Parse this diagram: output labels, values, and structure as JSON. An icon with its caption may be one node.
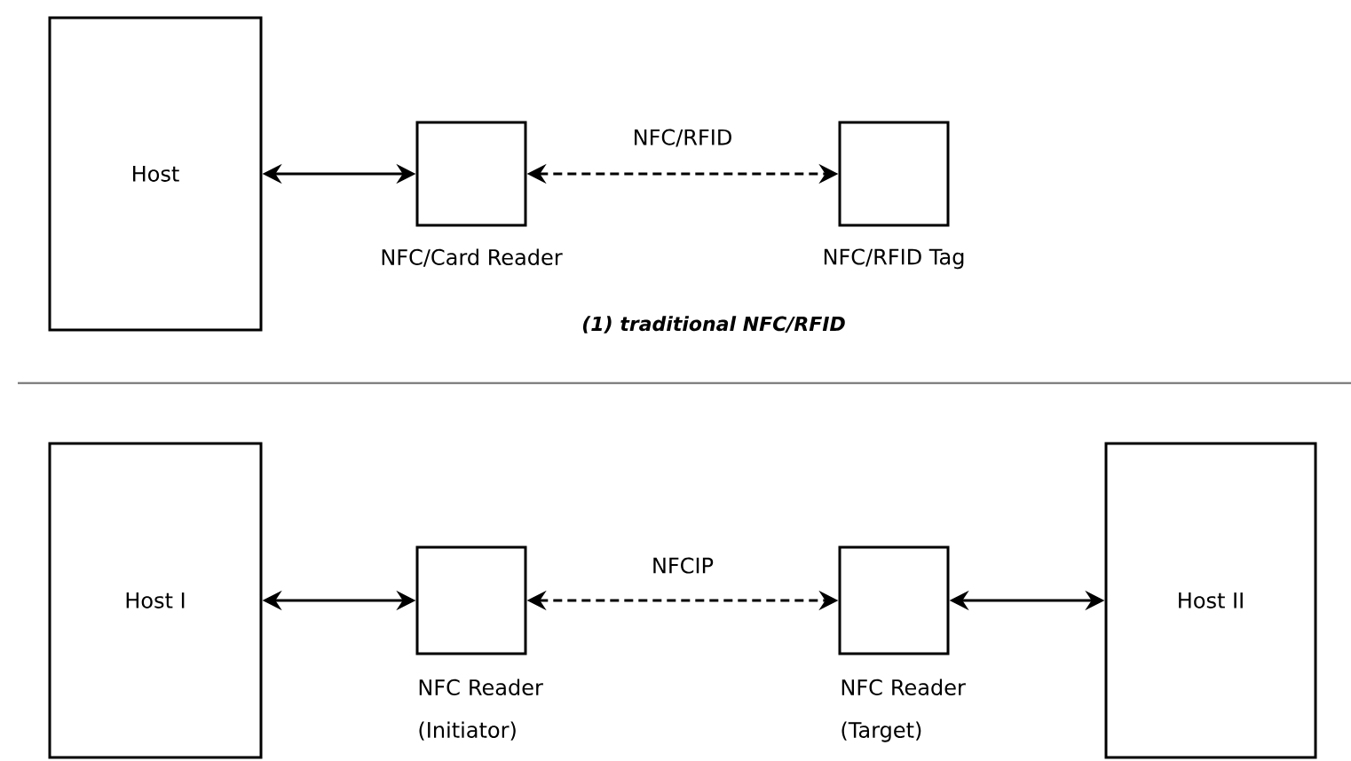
{
  "diagram": {
    "nodes": [
      {
        "text": [
          "Host"
        ]
      },
      {
        "text": [],
        "shape": "box",
        "beside": [
          "NFC/Card Reader"
        ]
      },
      {
        "text": [],
        "shape": "box",
        "beside": [
          "NFC/RFID Tag"
        ]
      },
      {
        "text": [
          "Host I"
        ]
      },
      {
        "text": [],
        "shape": "box",
        "beside": [
          "NFC Reader (Initiator)"
        ]
      },
      {
        "text": [],
        "shape": "box",
        "beside": [
          "NFC Reader (Target)"
        ]
      },
      {
        "text": [
          "Host II"
        ]
      }
    ],
    "edges": [
      {
        "from": 0,
        "to": 1,
        "arrow": "both"
      },
      {
        "from": 1,
        "to": 2,
        "arrow": "both",
        "style": "dashed",
        "label": "NFC/RFID"
      },
      {
        "from": 3,
        "to": 4,
        "arrow": "both"
      },
      {
        "from": 4,
        "to": 5,
        "arrow": "both",
        "style": "dashed",
        "label": "NFCIP"
      },
      {
        "from": 5,
        "to": 6,
        "arrow": "both"
      }
    ],
    "labels": [
      "(1) traditional NFC/RFID"
    ]
  }
}
